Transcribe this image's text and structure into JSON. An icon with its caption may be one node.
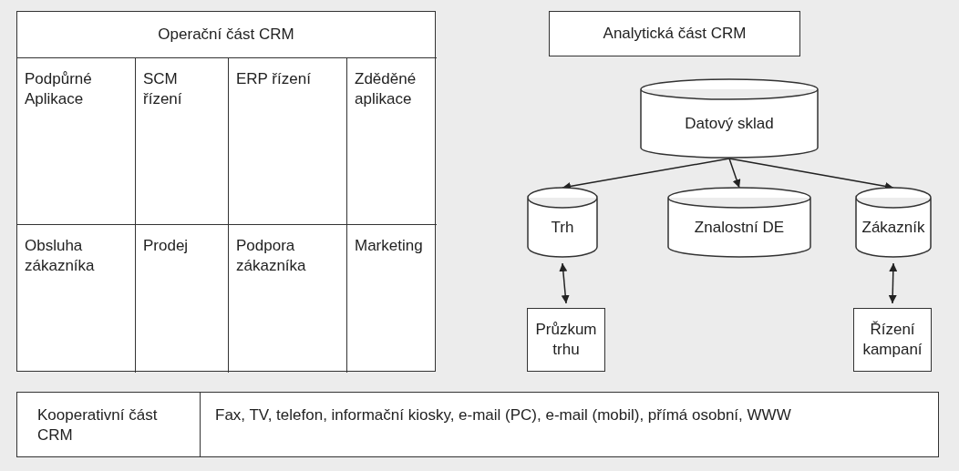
{
  "diagram": {
    "nodes": [
      {
        "text": [
          "Operační část CRM"
        ]
      },
      {
        "text": [
          "Podpůrné Aplikace"
        ],
        "in": 0
      },
      {
        "text": [
          "SCM řízení"
        ],
        "in": 0
      },
      {
        "text": [
          "ERP řízení"
        ],
        "in": 0
      },
      {
        "text": [
          "Zděděné aplikace"
        ],
        "in": 0
      },
      {
        "text": [
          "Obsluha zákazníka"
        ],
        "in": 0
      },
      {
        "text": [
          "Prodej"
        ],
        "in": 0
      },
      {
        "text": [
          "Podpora zákazníka"
        ],
        "in": 0
      },
      {
        "text": [
          "Marketing"
        ],
        "in": 0
      },
      {
        "text": [
          "Analytická část CRM"
        ]
      },
      {
        "text": [
          "Datový sklad"
        ]
      },
      {
        "text": [
          "Trh"
        ]
      },
      {
        "text": [
          "Znalostní DE"
        ]
      },
      {
        "text": [
          "Zákazník"
        ]
      },
      {
        "text": [
          "Průzkum trhu"
        ]
      },
      {
        "text": [
          "Řízení kampaní"
        ]
      },
      {
        "text": [
          "Kooperativní část CRM"
        ]
      },
      {
        "text": [
          "Fax, TV, telefon, informační kiosky, e-mail (PC), e-mail (mobil), přímá osobní, WWW"
        ],
        "in": 16
      }
    ],
    "edges": [
      {
        "from": 10,
        "to": 11,
        "arrow": "to"
      },
      {
        "from": 10,
        "to": 12,
        "arrow": "to"
      },
      {
        "from": 10,
        "to": 13,
        "arrow": "to"
      },
      {
        "from": 11,
        "to": 14,
        "arrow": "both"
      },
      {
        "from": 13,
        "to": 15,
        "arrow": "both"
      }
    ]
  }
}
